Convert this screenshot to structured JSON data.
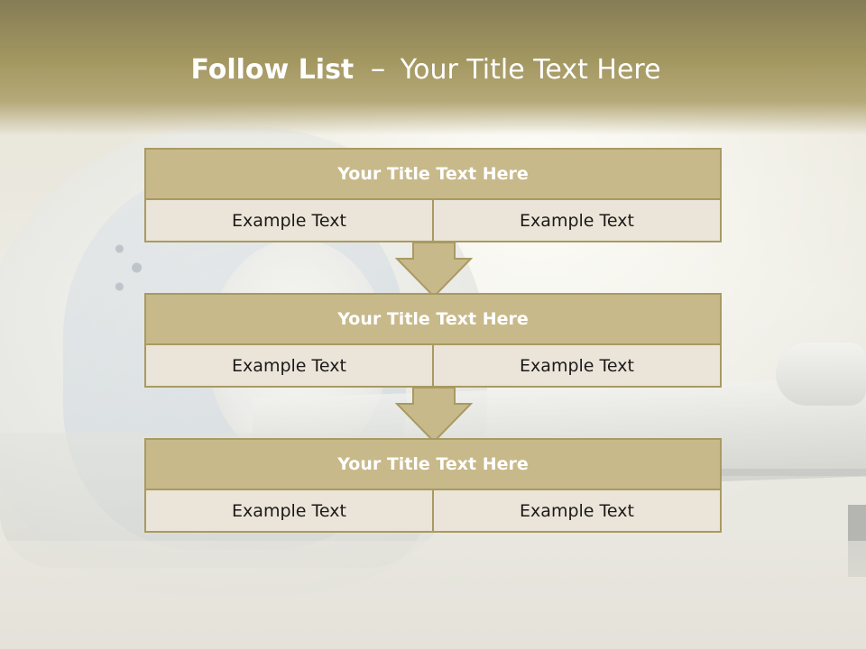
{
  "title": {
    "bold": "Follow List",
    "dash": "–",
    "rest": "Your Title Text Here"
  },
  "blocks": [
    {
      "title": "Your Title Text Here",
      "left": "Example Text",
      "right": "Example Text"
    },
    {
      "title": "Your Title Text Here",
      "left": "Example Text",
      "right": "Example Text"
    },
    {
      "title": "Your Title Text Here",
      "left": "Example Text",
      "right": "Example Text"
    }
  ],
  "colors": {
    "header_band": "#a39761",
    "block_title_bg": "#c8b98a",
    "block_border": "#a89a62",
    "cell_bg": "#ebe4d8",
    "arrow_fill": "#c8b98a"
  },
  "icons": {
    "arrow": "down-arrow-icon",
    "background": "mri-scanner-photo"
  }
}
